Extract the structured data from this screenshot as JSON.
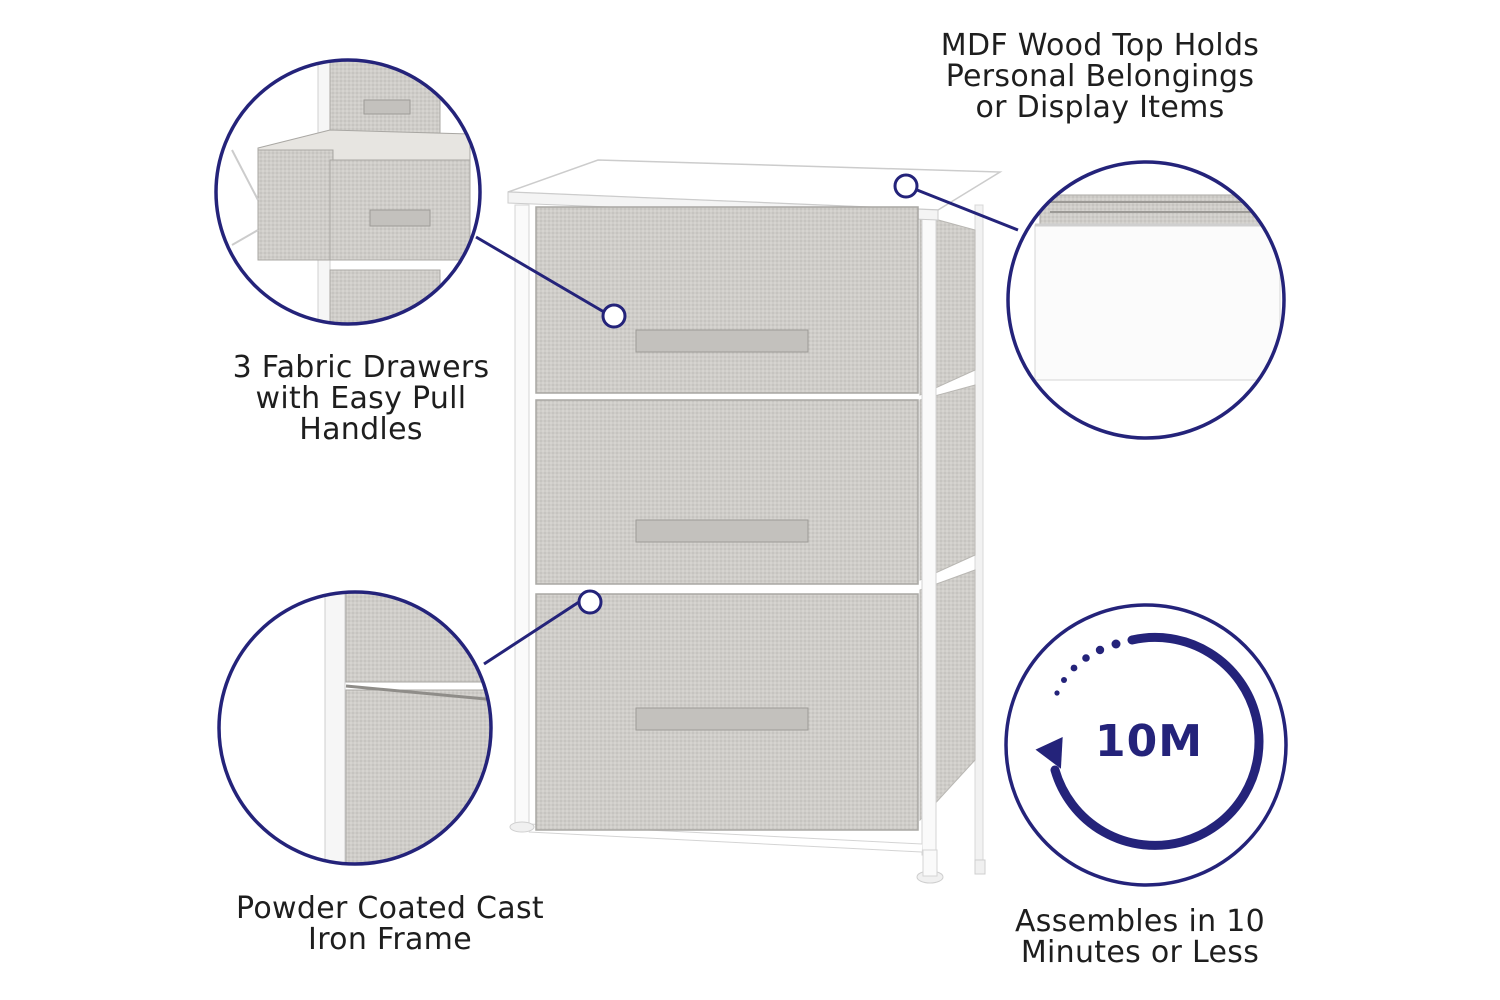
{
  "callouts": {
    "drawers": "3 Fabric Drawers\nwith Easy Pull\nHandles",
    "top": "MDF Wood Top Holds\nPersonal Belongings\nor Display Items",
    "frame": "Powder Coated Cast\nIron Frame",
    "assembly": "Assembles in 10\nMinutes or Less"
  },
  "assembly_badge": "10M",
  "colors": {
    "accent": "#24237a",
    "fabric": "#cfcdc9",
    "frame": "#ffffff"
  }
}
